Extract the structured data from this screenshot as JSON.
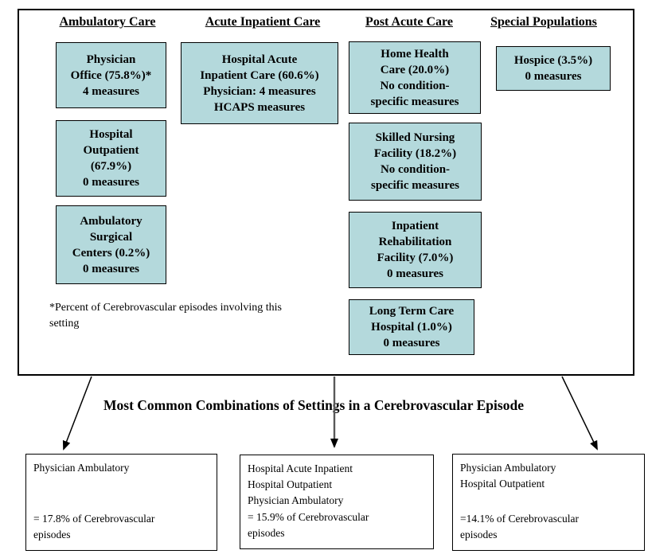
{
  "diagram": {
    "columns": [
      {
        "header": "Ambulatory Care",
        "boxes": [
          {
            "text": "Physician\nOffice (75.8%)*\n4 measures"
          },
          {
            "text": "Hospital\nOutpatient\n(67.9%)\n0 measures"
          },
          {
            "text": "Ambulatory\nSurgical\nCenters (0.2%)\n0 measures"
          }
        ]
      },
      {
        "header": "Acute Inpatient Care",
        "boxes": [
          {
            "text": "Hospital Acute\nInpatient Care (60.6%)\nPhysician: 4 measures\nHCAPS measures"
          }
        ]
      },
      {
        "header": "Post Acute Care",
        "boxes": [
          {
            "text": "Home Health\nCare (20.0%)\nNo condition-\nspecific measures"
          },
          {
            "text": "Skilled Nursing\nFacility (18.2%)\nNo condition-\nspecific measures"
          },
          {
            "text": "Inpatient\nRehabilitation\nFacility (7.0%)\n0 measures"
          },
          {
            "text": "Long Term Care\nHospital (1.0%)\n0 measures"
          }
        ]
      },
      {
        "header": "Special Populations",
        "boxes": [
          {
            "text": "Hospice (3.5%)\n0 measures"
          }
        ]
      }
    ],
    "footnote": "*Percent of Cerebrovascular episodes involving this\nsetting",
    "combinations_title": "Most Common Combinations of Settings in a Cerebrovascular Episode",
    "combinations": [
      {
        "settings": "Physician Ambulatory",
        "share": "= 17.8% of Cerebrovascular\nepisodes"
      },
      {
        "settings": "Hospital Acute Inpatient\nHospital Outpatient\nPhysician Ambulatory",
        "share": "= 15.9% of Cerebrovascular\nepisodes"
      },
      {
        "settings": "Physician Ambulatory\nHospital Outpatient",
        "share": "=14.1% of Cerebrovascular\nepisodes"
      }
    ],
    "colors": {
      "box_fill": "#b4d9dc",
      "border": "#000000",
      "middle_arrow": "#595959"
    }
  }
}
